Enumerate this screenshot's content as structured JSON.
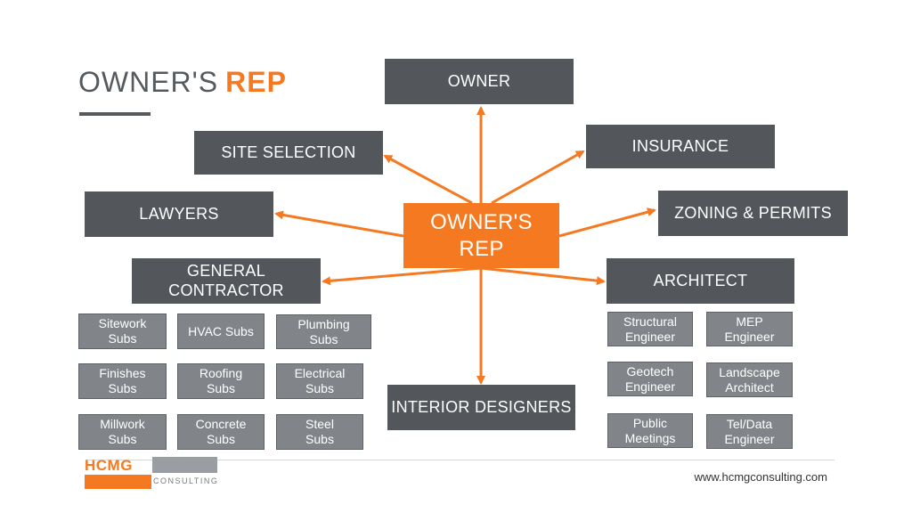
{
  "title": {
    "main": "OWNER'S",
    "accent": "REP"
  },
  "center": {
    "line1": "OWNER'S",
    "line2": "REP"
  },
  "nodes": {
    "owner": "OWNER",
    "site_selection": "SITE SELECTION",
    "insurance": "INSURANCE",
    "lawyers": "LAWYERS",
    "zoning_permits": "ZONING & PERMITS",
    "general_contractor": {
      "line1": "GENERAL",
      "line2": "CONTRACTOR"
    },
    "architect": "ARCHITECT",
    "interior_designers": "INTERIOR DESIGNERS"
  },
  "contractor_subs": [
    {
      "line1": "Sitework",
      "line2": "Subs"
    },
    {
      "line1": "HVAC Subs",
      "line2": ""
    },
    {
      "line1": "Plumbing",
      "line2": "Subs"
    },
    {
      "line1": "Finishes",
      "line2": "Subs"
    },
    {
      "line1": "Roofing",
      "line2": "Subs"
    },
    {
      "line1": "Electrical",
      "line2": "Subs"
    },
    {
      "line1": "Millwork",
      "line2": "Subs"
    },
    {
      "line1": "Concrete",
      "line2": "Subs"
    },
    {
      "line1": "Steel",
      "line2": "Subs"
    }
  ],
  "architect_subs": [
    {
      "line1": "Structural",
      "line2": "Engineer"
    },
    {
      "line1": "MEP",
      "line2": "Engineer"
    },
    {
      "line1": "Geotech",
      "line2": "Engineer"
    },
    {
      "line1": "Landscape",
      "line2": "Architect"
    },
    {
      "line1": "Public",
      "line2": "Meetings"
    },
    {
      "line1": "Tel/Data",
      "line2": "Engineer"
    }
  ],
  "footer": {
    "logo_main": "HCMG",
    "logo_sub": "CONSULTING",
    "url": "www.hcmgconsulting.com"
  },
  "colors": {
    "box": "#53575c",
    "sub_box": "#818589",
    "accent": "#f47920",
    "title": "#555a5f"
  }
}
